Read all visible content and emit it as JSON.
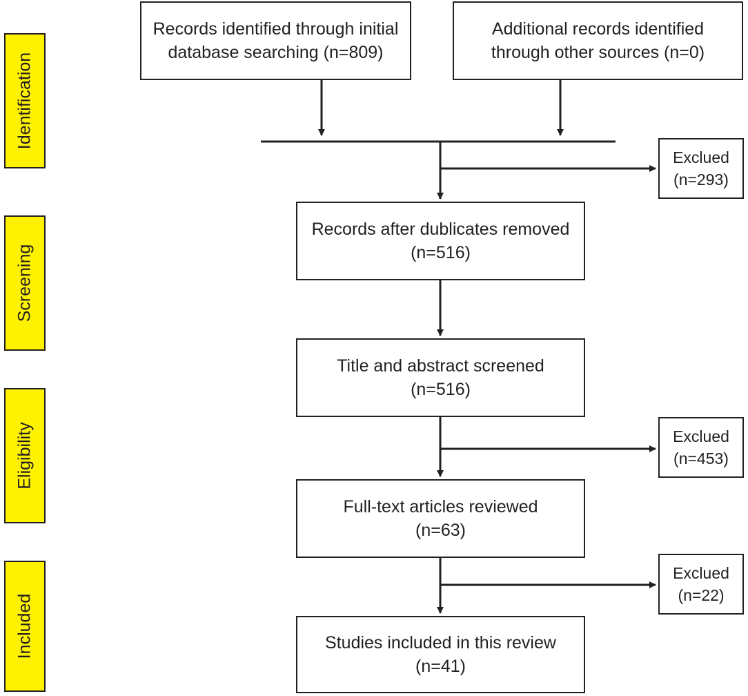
{
  "phases": {
    "identification": "Identification",
    "screening": "Screening",
    "eligibility": "Eligibility",
    "included": "Included"
  },
  "boxes": {
    "database_search": {
      "line1": "Records identified through initial",
      "line2": "database searching (n=809)"
    },
    "other_sources": {
      "line1": "Additional records identified",
      "line2": "through other sources (n=0)"
    },
    "duplicates_removed": {
      "line1": "Records after dublicates removed",
      "line2": "(n=516)"
    },
    "screened": {
      "line1": "Title and abstract screened",
      "line2": "(n=516)"
    },
    "full_text": {
      "line1": "Full-text articles reviewed",
      "line2": "(n=63)"
    },
    "included_studies": {
      "line1": "Studies included in this review",
      "line2": "(n=41)"
    }
  },
  "exclusions": {
    "after_identification": {
      "line1": "Exclued",
      "line2": "(n=293)"
    },
    "after_screening": {
      "line1": "Exclued",
      "line2": "(n=453)"
    },
    "after_eligibility": {
      "line1": "Exclued",
      "line2": "(n=22)"
    }
  },
  "colors": {
    "phase_fill": "#fff200",
    "stroke": "#231f20"
  }
}
